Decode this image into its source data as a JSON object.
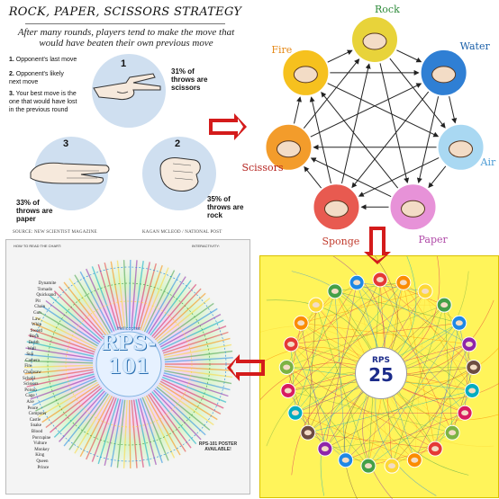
{
  "strategy": {
    "title": "ROCK, PAPER, SCISSORS STRATEGY",
    "subtitle_line1": "After many rounds, players tend to make the move that",
    "subtitle_line2": "would have beaten their own previous move",
    "legend": [
      {
        "num": "1.",
        "text": "Opponent's last move"
      },
      {
        "num": "2.",
        "text": "Opponent's likely next move"
      },
      {
        "num": "3.",
        "text": "Your best move is the one that would have lost in the previous round"
      }
    ],
    "bubbles": [
      {
        "num": "1",
        "pct": "31% of",
        "rest": "throws are scissors"
      },
      {
        "num": "2",
        "pct": "35% of",
        "rest": "throws are rock"
      },
      {
        "num": "3",
        "pct": "33% of",
        "rest": "throws are paper"
      }
    ],
    "source": "SOURCE: NEW SCIENTIST MAGAZINE",
    "author": "KAGAN MCLEOD / NATIONAL POST"
  },
  "rps7": {
    "nodes": [
      {
        "label": "Rock",
        "color": "#2e8b3a",
        "fill": "#e8d33a"
      },
      {
        "label": "Water",
        "color": "#1a5fa8",
        "fill": "#2f7fd4"
      },
      {
        "label": "Air",
        "color": "#4a9ad4",
        "fill": "#a9d8f2"
      },
      {
        "label": "Paper",
        "color": "#b04aa8",
        "fill": "#e792d8"
      },
      {
        "label": "Sponge",
        "color": "#c0392b",
        "fill": "#e85a50"
      },
      {
        "label": "Scissors",
        "color": "#b5231f",
        "fill": "#f39c2b"
      },
      {
        "label": "Fire",
        "color": "#e58a1a",
        "fill": "#f6c11e"
      }
    ]
  },
  "rps25": {
    "label_top": "RPS",
    "label_num": "25"
  },
  "rps101": {
    "small_label": "Helicopter",
    "big_label": "RPS-101",
    "poster_line1": "RPS-101 POSTER",
    "poster_line2": "AVAILABLE!",
    "left_words": [
      "Dynamite",
      "Tornado",
      "Quicksand",
      "Pit",
      "Chain",
      "Gun",
      "Law",
      "Whip",
      "Sword",
      "Rock",
      "Death",
      "Wall",
      "Sun",
      "Camera",
      "Fire",
      "Chainsaw",
      "School",
      "Scissors",
      "Poison",
      "Cage",
      "Axe",
      "Peace",
      "Computer",
      "Castle",
      "Snake",
      "Blood",
      "Porcupine",
      "Vulture",
      "Monkey",
      "King",
      "Queen",
      "Prince"
    ],
    "header_left": "HOW TO READ THE CHART:",
    "header_right": "INTERACTIVITY:"
  }
}
